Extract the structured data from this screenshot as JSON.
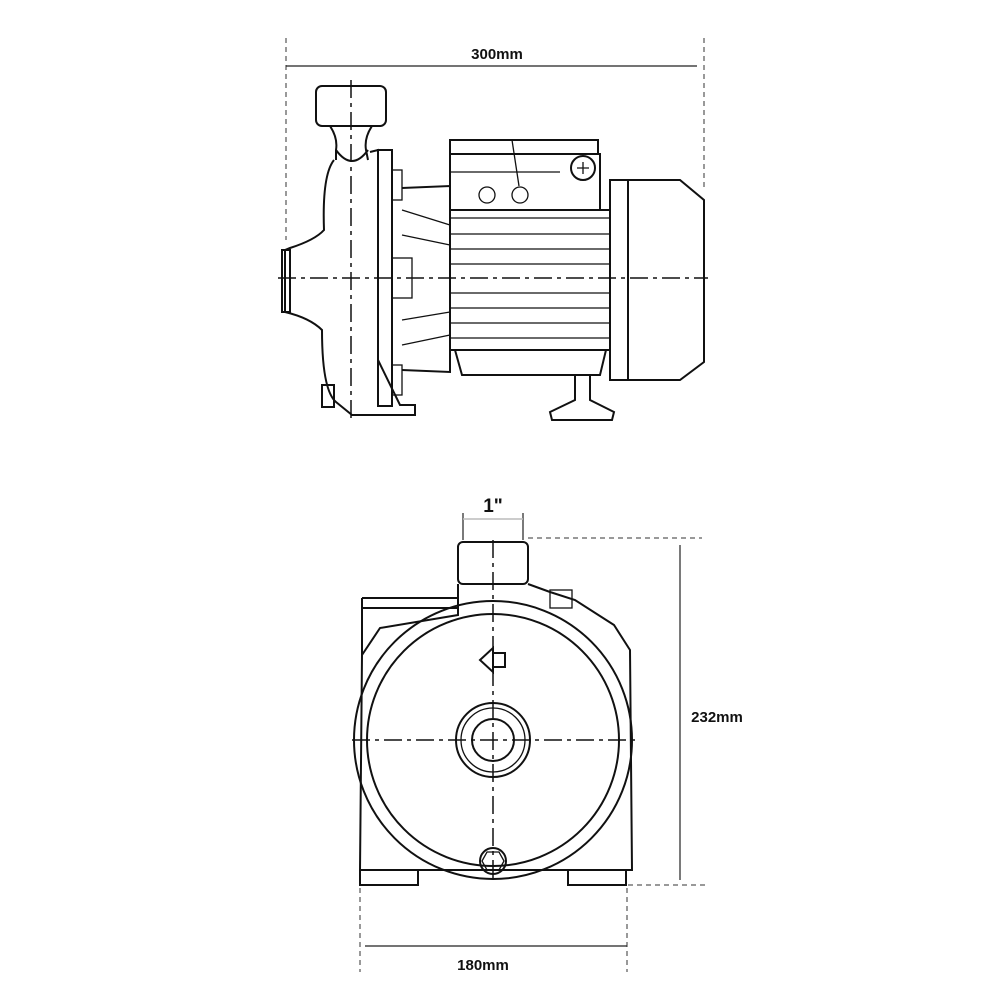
{
  "dimensions": {
    "length": "300mm",
    "outlet": "1\"",
    "height": "232mm",
    "width": "180mm"
  }
}
